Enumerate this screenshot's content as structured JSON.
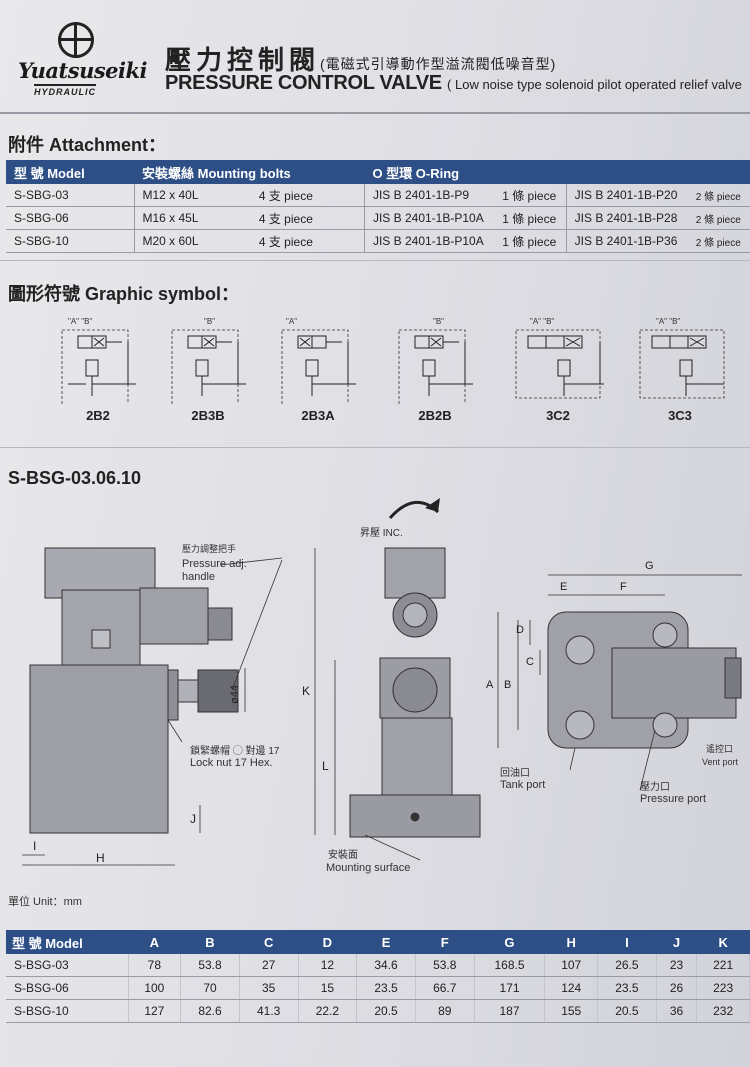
{
  "brand": {
    "name": "Yuatsuseiki",
    "sub": "HYDRAULIC"
  },
  "title": {
    "zh": "壓力控制閥",
    "zh_sub": "(電磁式引導動作型溢流閥低噪音型)",
    "en": "PRESSURE CONTROL VALVE",
    "en_sub": "( Low noise type solenoid pilot operated relief valve"
  },
  "attachment": {
    "heading": "附件 Attachment：",
    "headers": [
      "型 號 Model",
      "安裝螺絲 Mounting bolts",
      "O 型環 O-Ring"
    ],
    "rows": [
      {
        "model": "S-SBG-03",
        "bolt": "M12 x 40L",
        "bolt_qty": "4 支 piece",
        "oring1": "JIS B 2401-1B-P9",
        "oring1_qty": "1 條 piece",
        "oring2": "JIS B 2401-1B-P20",
        "oring2_qty": "2 條 piece"
      },
      {
        "model": "S-SBG-06",
        "bolt": "M16 x 45L",
        "bolt_qty": "4 支 piece",
        "oring1": "JIS B 2401-1B-P10A",
        "oring1_qty": "1 條 piece",
        "oring2": "JIS B 2401-1B-P28",
        "oring2_qty": "2 條 piece"
      },
      {
        "model": "S-SBG-10",
        "bolt": "M20 x 60L",
        "bolt_qty": "4 支 piece",
        "oring1": "JIS B 2401-1B-P10A",
        "oring1_qty": "1 條 piece",
        "oring2": "JIS B 2401-1B-P36",
        "oring2_qty": "2 條 piece"
      }
    ]
  },
  "graphic": {
    "heading": "圖形符號 Graphic symbol：",
    "symbols": [
      {
        "label": "2B2",
        "ports": "\"A\"  \"B\""
      },
      {
        "label": "2B3B",
        "ports": "\"B\""
      },
      {
        "label": "2B3A",
        "ports": "\"A\""
      },
      {
        "label": "2B2B",
        "ports": "\"B\""
      },
      {
        "label": "3C2",
        "ports": "\"A\"  \"B\""
      },
      {
        "label": "3C3",
        "ports": "\"A\"  \"B\""
      }
    ]
  },
  "drawing": {
    "model": "S-BSG-03.06.10",
    "handle_zh": "壓力調整把手",
    "handle_en1": "Pressure adj.",
    "handle_en2": "handle",
    "locknut_zh": "鎖緊螺帽 ◯ 對邊 17",
    "locknut_en": "Lock nut 17 Hex.",
    "dia": "ø44",
    "inc": "昇壓 INC.",
    "mount_zh": "安裝面",
    "mount_en": "Mounting surface",
    "tank_zh": "回油口",
    "tank_en": "Tank port",
    "pressure_zh": "壓力口",
    "pressure_en": "Pressure port",
    "vent_zh": "遙控口",
    "vent_en": "Vent port",
    "dims": {
      "A": "A",
      "B": "B",
      "C": "C",
      "D": "D",
      "E": "E",
      "F": "F",
      "G": "G",
      "H": "H",
      "I": "I",
      "J": "J",
      "K": "K",
      "L": "L"
    },
    "unit": "單位 Unit：mm"
  },
  "dim_table": {
    "headers": [
      "型 號 Model",
      "A",
      "B",
      "C",
      "D",
      "E",
      "F",
      "G",
      "H",
      "I",
      "J",
      "K"
    ],
    "rows": [
      [
        "S-BSG-03",
        "78",
        "53.8",
        "27",
        "12",
        "34.6",
        "53.8",
        "168.5",
        "107",
        "26.5",
        "23",
        "221"
      ],
      [
        "S-BSG-06",
        "100",
        "70",
        "35",
        "15",
        "23.5",
        "66.7",
        "171",
        "124",
        "23.5",
        "26",
        "223"
      ],
      [
        "S-BSG-10",
        "127",
        "82.6",
        "41.3",
        "22.2",
        "20.5",
        "89",
        "187",
        "155",
        "20.5",
        "36",
        "232"
      ]
    ]
  }
}
